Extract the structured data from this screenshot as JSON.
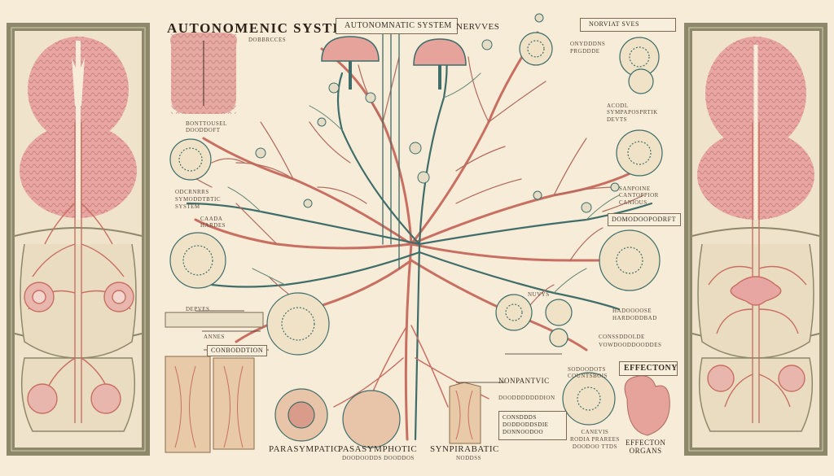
{
  "colors": {
    "background": "#f6ecd8",
    "panel": "#8a8567",
    "brain": "#e7a4a0",
    "nerve_red": "#c86f62",
    "nerve_teal": "#3f6d6a",
    "ink": "#3a2c22"
  },
  "title": "AUTONOMENIC SYSTEM",
  "header_box": "AUTONOMNATIC SYSTEM",
  "labels": {
    "nerves_top": "NERVVES",
    "top_right_box": "NORVIAT SVES",
    "top_left_small": "DOBBRCCES",
    "top_left_under": "BONTTOUSEL\nDOODDOFT",
    "sympathetic_system": "ODCRNRRS\nSYMODDTBTIC\nSYSTEM",
    "caada": "CAADA\nHARDES",
    "top_right_small1": "ONYDDDNS\nPRGDDDE",
    "acodl": "ACODL\nSYMPAPOSPRTIK\nDEVTS",
    "sanpoine": "SANPOINE\nCANTOPPIOR\nCANIOUS",
    "right_box": "DOMODOOPODRFT",
    "nuvs": "NUVYS",
    "hadoooos": "HADOOOOSE\nHARDODDBAD",
    "right_lower": "CONSSDDOLDE\nVOWDOODDOODDES",
    "left_box": "DEPVES",
    "annes": "ANNES",
    "conboddtion": "CONBODDTION",
    "nonpanyic": "NONPANTVIC",
    "doon": "DOODDDDDDDION",
    "consedecs": "CONSDDDS\nDODDODDSDIE\nDONNOODOO",
    "bottom_right_top": "SODOODOTS\nCOUNTSBOIS",
    "effectony": "EFFECTONY",
    "canevis": "CANEVIS\nRODIA PRAREES\nDOODOO TTDS",
    "effector_organs": "EFFECTON\nORGANS",
    "parasympatic": "PARASYMPATIC",
    "pasasymohotic": "PASASYMPHOTIC",
    "pasasy_sub": "DOODOODDS DOODDOS",
    "synophabatic": "SYNPIRABATIC",
    "syn_sub": "NODDSS"
  }
}
